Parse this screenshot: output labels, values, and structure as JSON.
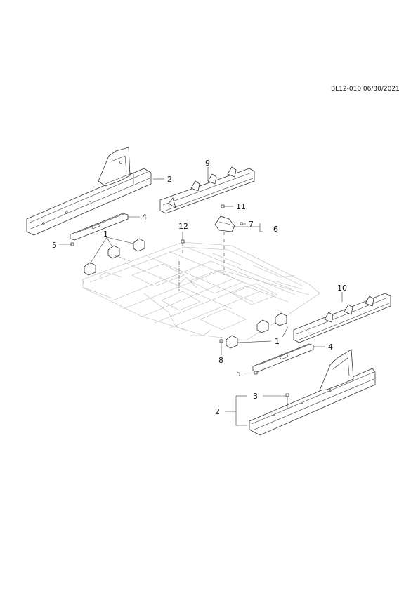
{
  "header": {
    "reference": "BL12-010 06/30/2021"
  },
  "callouts": {
    "c1a": "1",
    "c1b": "1",
    "c2a": "2",
    "c2b": "2",
    "c3": "3",
    "c4a": "4",
    "c4b": "4",
    "c5a": "5",
    "c5b": "5",
    "c6": "6",
    "c7": "7",
    "c8": "8",
    "c9": "9",
    "c10": "10",
    "c11": "11",
    "c12": "12"
  }
}
